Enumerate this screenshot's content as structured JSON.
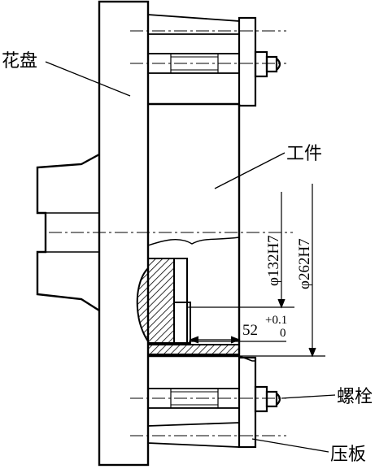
{
  "labels": {
    "faceplate": "花盘",
    "workpiece": "工件",
    "bolt": "螺栓",
    "clamp_plate": "压板"
  },
  "dimensions": {
    "bore_small": "φ132H7",
    "bore_large": "φ262H7",
    "depth": "52",
    "tol_upper": "+0.1",
    "tol_lower": "0"
  }
}
